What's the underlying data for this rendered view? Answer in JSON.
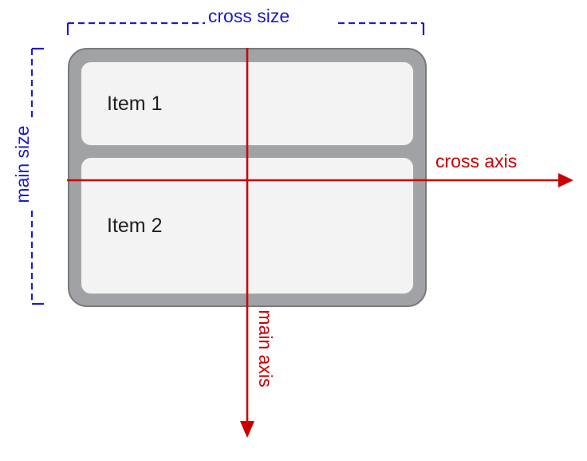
{
  "colors": {
    "blue": "#1c1ccc",
    "red": "#cc0000",
    "container_fill": "#a0a2a5",
    "container_border": "#797a7d",
    "item_fill": "#f3f3f3",
    "item_border": "#a3a5a7",
    "item_text": "#1f1f1f",
    "background": "#ffffff"
  },
  "labels": {
    "cross_size": "cross size",
    "main_size": "main size",
    "cross_axis": "cross axis",
    "main_axis": "main axis"
  },
  "items": [
    {
      "label": "Item 1"
    },
    {
      "label": "Item 2"
    }
  ]
}
